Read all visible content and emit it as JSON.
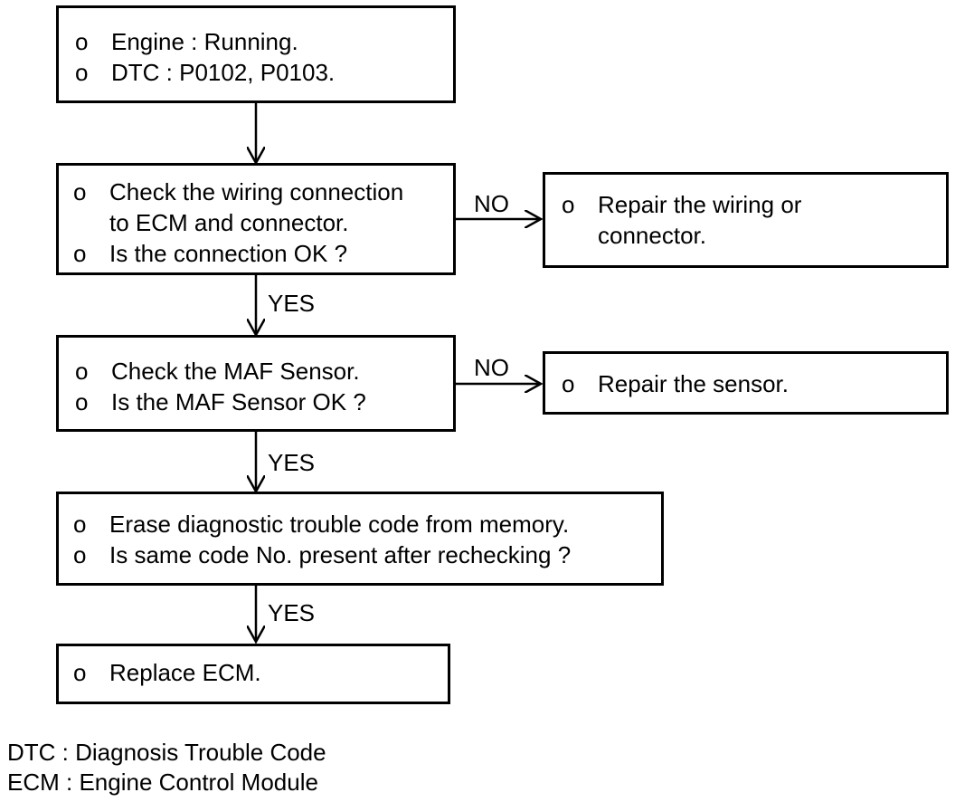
{
  "bullet": "o",
  "boxes": {
    "start": {
      "lines": [
        "Engine : Running.",
        "DTC : P0102, P0103."
      ]
    },
    "wiring_check": {
      "lines": [
        "Check the wiring connection",
        "to ECM and connector.",
        "Is the connection OK ?"
      ]
    },
    "wiring_repair": {
      "lines": [
        "Repair the wiring or",
        "connector."
      ]
    },
    "maf_check": {
      "lines": [
        "Check the MAF Sensor.",
        "Is the MAF Sensor OK ?"
      ]
    },
    "maf_repair": {
      "lines": [
        "Repair the sensor."
      ]
    },
    "erase_check": {
      "lines": [
        "Erase diagnostic trouble code from memory.",
        "Is same code No. present after rechecking ?"
      ]
    },
    "replace": {
      "lines": [
        "Replace ECM."
      ]
    }
  },
  "labels": {
    "no": "NO",
    "yes": "YES"
  },
  "legend": [
    "DTC : Diagnosis Trouble Code",
    "ECM : Engine Control Module"
  ]
}
